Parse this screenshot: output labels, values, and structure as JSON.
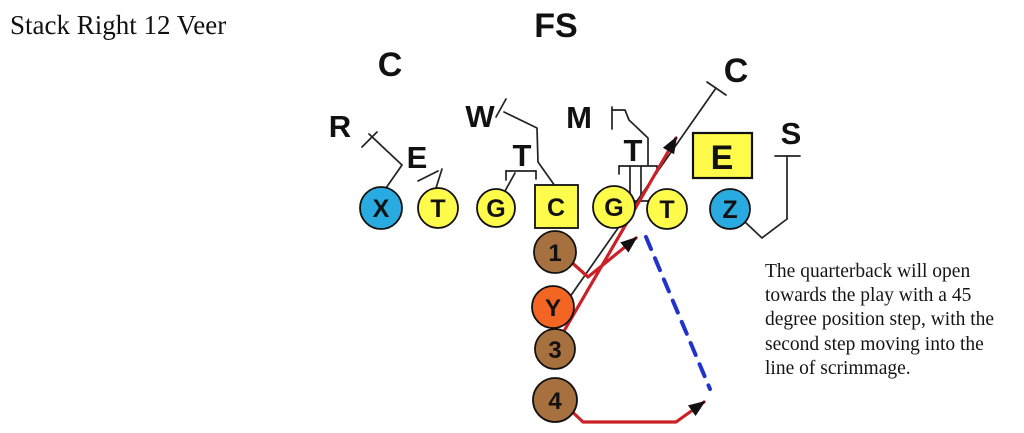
{
  "title": "Stack Right 12 Veer",
  "note": "The quarterback will open towards the play with a 45 degree position step, with the second step moving into the line of scrimmage.",
  "defense": {
    "free_safety": "FS",
    "corner_left": "C",
    "corner_right": "C",
    "rover": "R",
    "will_linebacker": "W",
    "mike_linebacker": "M",
    "end_left": "E",
    "tackle_left": "T",
    "tackle_right": "T",
    "end_right": "E",
    "strong_safety": "S"
  },
  "offense": {
    "split_end": "X",
    "left_tackle": "T",
    "left_guard": "G",
    "center": "C",
    "right_guard": "G",
    "right_tackle": "T",
    "flanker": "Z",
    "quarterback": "1",
    "y_back": "Y",
    "dive_back": "3",
    "pitch_back": "4"
  },
  "colors": {
    "receiver_blue": "#29abe2",
    "line_yellow": "#fffb4a",
    "back_brown": "#a6713f",
    "y_orange": "#f26522",
    "route_red": "#cc2027",
    "pitch_blue": "#2233cc",
    "ink": "#111111"
  }
}
